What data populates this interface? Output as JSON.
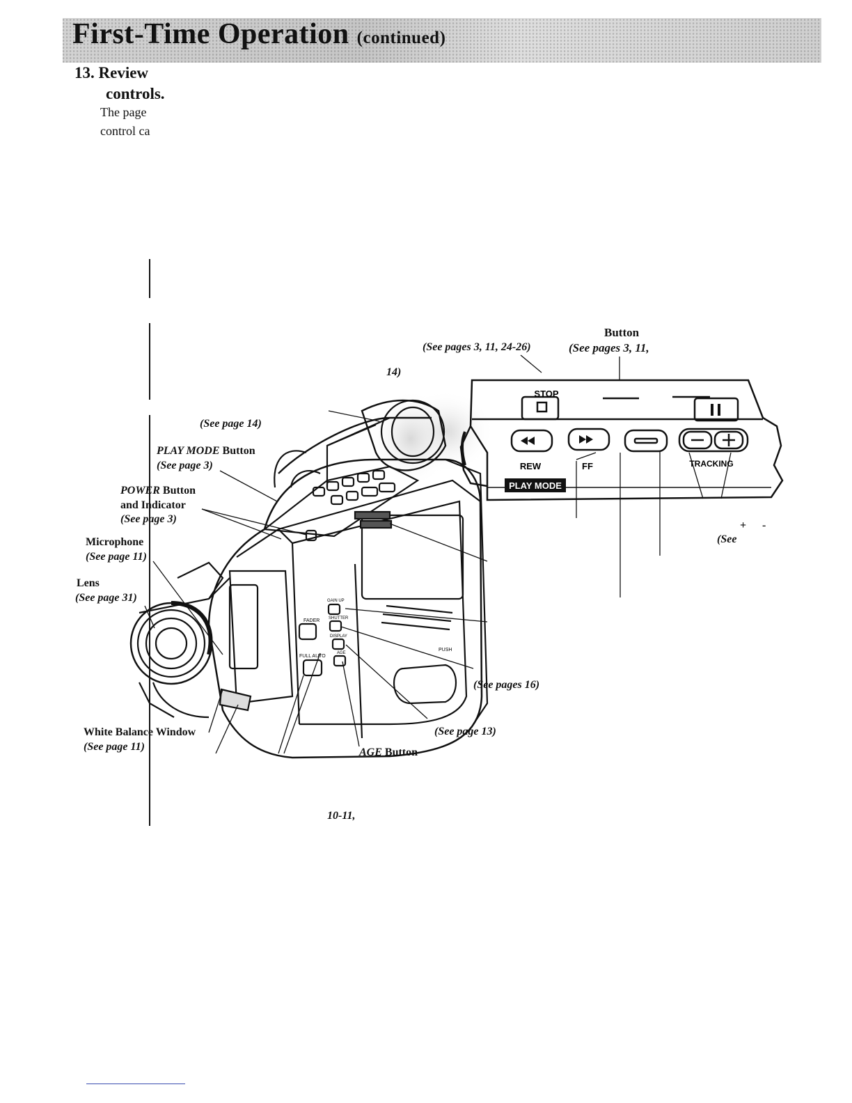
{
  "header": {
    "title": "First-Time Operation",
    "title_suffix": "(continued)"
  },
  "step": {
    "line1": "13. Review",
    "line2": "controls."
  },
  "intro": {
    "line1": "The page",
    "line2": "control ca"
  },
  "panel": {
    "button_label": "Button",
    "see_pages_stop": "(See pages 3, 11, 24-26)",
    "see_pages_top": "(See pages 3, 11,",
    "stop_label": "STOP",
    "rew_label": "REW",
    "ff_label": "FF",
    "tracking_label": "TRACKING",
    "play_mode_label": "PLAY MODE",
    "plus_minus": "+",
    "minus": "-",
    "see_right": "(See"
  },
  "camera_labels": {
    "ref_14": "14)",
    "see_page_14": "(See page 14)",
    "play_mode_button": "PLAY MODE",
    "button_word": "Button",
    "see_page_3a": "(See page 3)",
    "power_button": "POWER",
    "and_indicator": "and Indicator",
    "see_page_3b": "(See page 3)",
    "microphone": "Microphone",
    "see_page_11a": "(See page 11)",
    "lens": "Lens",
    "see_page_31": "(See page 31)",
    "see_pages_16": "(See pages 16)",
    "see_page_13": "(See page 13)",
    "white_balance": "White Balance Window",
    "see_page_11b": "(See page 11)",
    "age_button": "AGE",
    "age_button_word": "Button",
    "pages_10_11": "10-11,"
  },
  "body_buttons": {
    "fader": "FADER",
    "full_auto": "FULL AUTO",
    "gain_up": "GAIN UP",
    "shutter": "SHUTTER",
    "display": "DISPLAY",
    "age": "AGE",
    "push": "PUSH"
  }
}
